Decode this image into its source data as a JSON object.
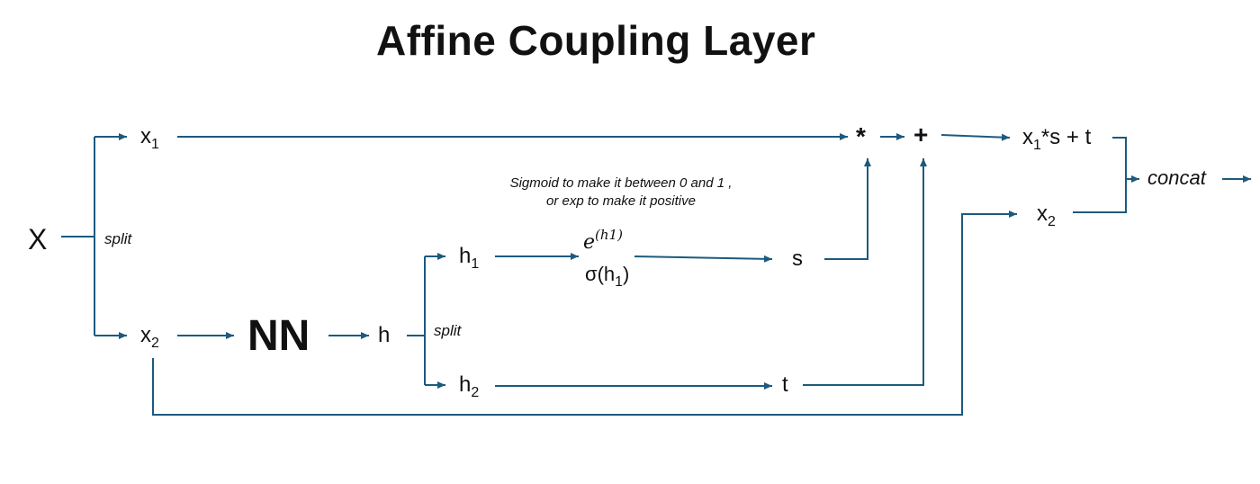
{
  "title": "Affine Coupling Layer",
  "input_label": "X",
  "split_label_1": "split",
  "split_label_2": "split",
  "x1": {
    "base": "x",
    "sub": "1"
  },
  "x2_lower": {
    "base": "x",
    "sub": "2"
  },
  "nn_label": "NN",
  "h_label": "h",
  "h1": {
    "base": "h",
    "sub": "1"
  },
  "h2": {
    "base": "h",
    "sub": "2"
  },
  "activation_note": [
    "Sigmoid to make it between 0 and 1  ,",
    "or exp to make it positive"
  ],
  "exp_expr": {
    "base": "e",
    "sup": "(h1)"
  },
  "sigma_expr": {
    "pre": "σ(h",
    "sub": "1",
    "post": ")"
  },
  "s_label": "s",
  "t_label": "t",
  "mult_op": "*",
  "add_op": "+",
  "result": {
    "base": "x",
    "sub": "1",
    "rest": "*s + t"
  },
  "x2_right": {
    "base": "x",
    "sub": "2"
  },
  "concat_label": "concat",
  "colors": {
    "wire": "#1c5a7e",
    "text": "#111111"
  }
}
